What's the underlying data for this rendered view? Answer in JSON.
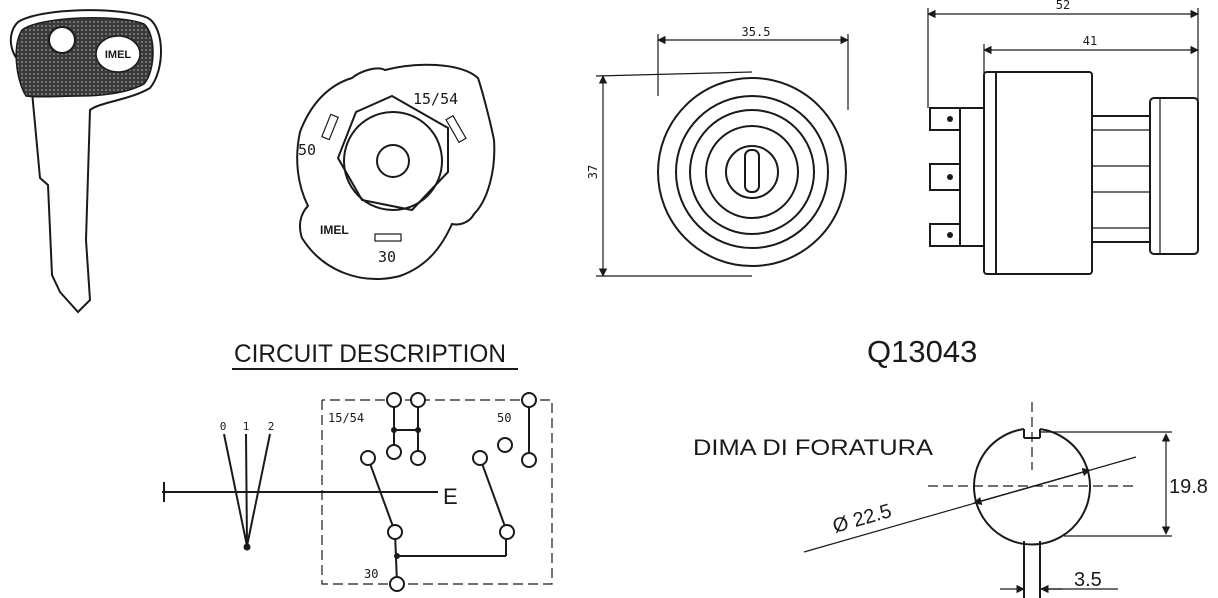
{
  "key": {
    "brand": "IMEL"
  },
  "switch_face": {
    "brand": "IMEL",
    "terminal_1554": "15/54",
    "terminal_50": "50",
    "terminal_30": "30"
  },
  "front_view": {
    "width_dim": "35.5",
    "height_dim": "37"
  },
  "side_view": {
    "overall_dim": "52",
    "body_dim": "41"
  },
  "circuit": {
    "title": "CIRCUIT DESCRIPTION",
    "positions": [
      "0",
      "1",
      "2"
    ],
    "terminal_1554": "15/54",
    "terminal_50": "50",
    "terminal_30": "30",
    "earth_symbol": "E"
  },
  "part_number": "Q13043",
  "drilling": {
    "title": "DIMA DI FORATURA",
    "diameter_dim": "Ø 22.5",
    "height_dim": "19.8",
    "tab_dim": "3.5"
  }
}
